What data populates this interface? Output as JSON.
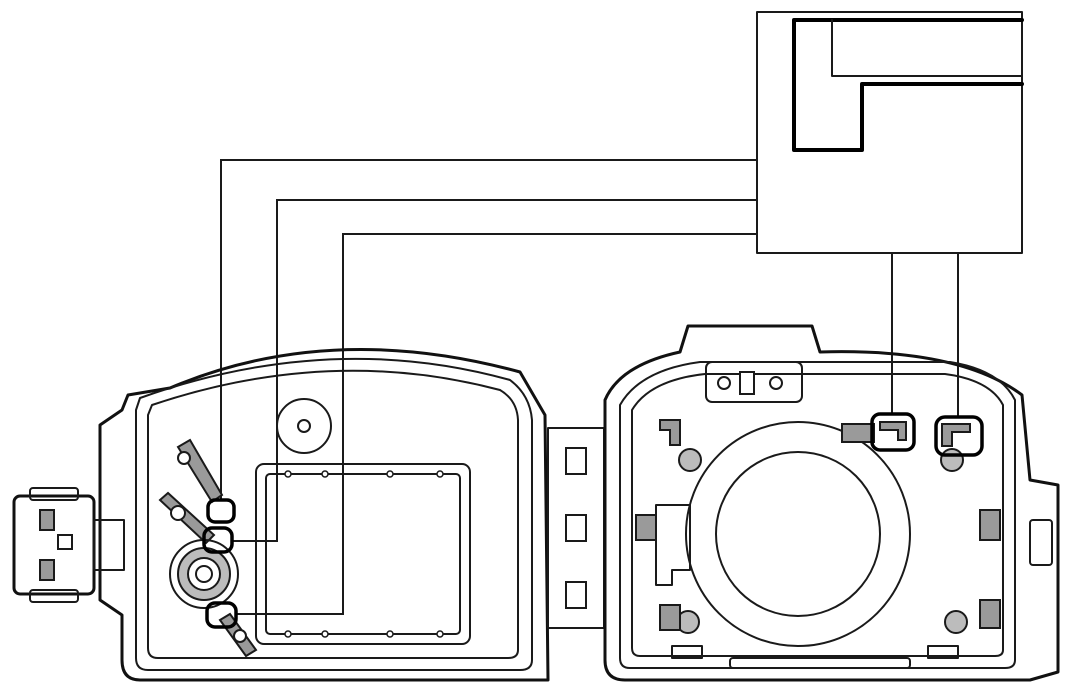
{
  "diagram": {
    "colors": {
      "line": "#1a1a1a",
      "highlight": "#000000",
      "part_grey": "#9a9a9a",
      "background": "#ffffff"
    },
    "parts": [
      "left-housing-half",
      "right-housing-half",
      "hinge",
      "latch",
      "lcd-window",
      "control-dial",
      "lens-port",
      "detail-inset-box"
    ],
    "highlighted_points": {
      "left_half": 3,
      "right_half": 2
    }
  }
}
